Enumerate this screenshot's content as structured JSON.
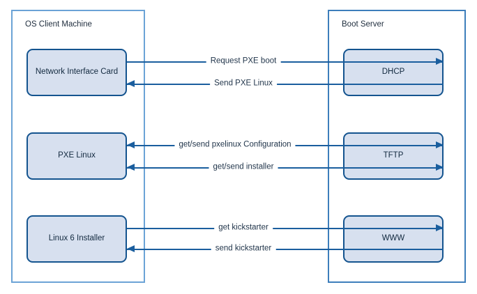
{
  "diagram": {
    "title_internal": "PXE boot sequence between OS client machine and boot server",
    "accent_border": "#14548f",
    "node_fill": "#d7e0ef",
    "client_container_border": "#6ba3d6",
    "server_container_border": "#3d7ebb",
    "connector_color": "#1a5e9e",
    "text_color": "#1f2d3d"
  },
  "client_group": {
    "title": "OS Client Machine",
    "nodes": [
      {
        "label": "Network Interface Card"
      },
      {
        "label": "PXE Linux"
      },
      {
        "label": "Linux 6 Installer"
      }
    ]
  },
  "server_group": {
    "title": "Boot Server",
    "nodes": [
      {
        "label": "DHCP"
      },
      {
        "label": "TFTP"
      },
      {
        "label": "WWW"
      }
    ]
  },
  "connections": [
    {
      "label": "Request PXE boot",
      "direction": "right"
    },
    {
      "label": "Send PXE Linux",
      "direction": "left"
    },
    {
      "label": "get/send pxelinux Configuration",
      "direction": "both"
    },
    {
      "label": "get/send installer",
      "direction": "both"
    },
    {
      "label": "get kickstarter",
      "direction": "right"
    },
    {
      "label": "send kickstarter",
      "direction": "left"
    }
  ]
}
